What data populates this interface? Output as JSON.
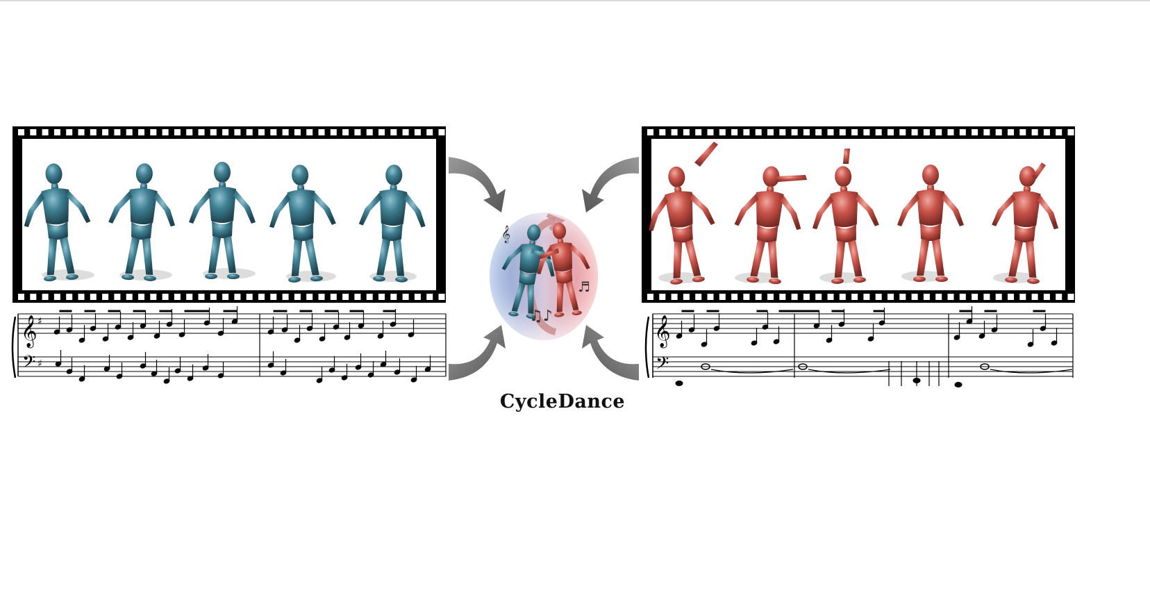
{
  "diagram": {
    "title": "CycleDance",
    "left_strip": {
      "figure_color": "#3f7f92",
      "figure_count": 5
    },
    "right_strip": {
      "figure_color": "#c9544a",
      "figure_count": 5
    },
    "center": {
      "gradient_left": "#7a9fd6",
      "gradient_right": "#ef8f8f",
      "cycle_color": "#c98888"
    },
    "arrow_color": "#707070"
  }
}
